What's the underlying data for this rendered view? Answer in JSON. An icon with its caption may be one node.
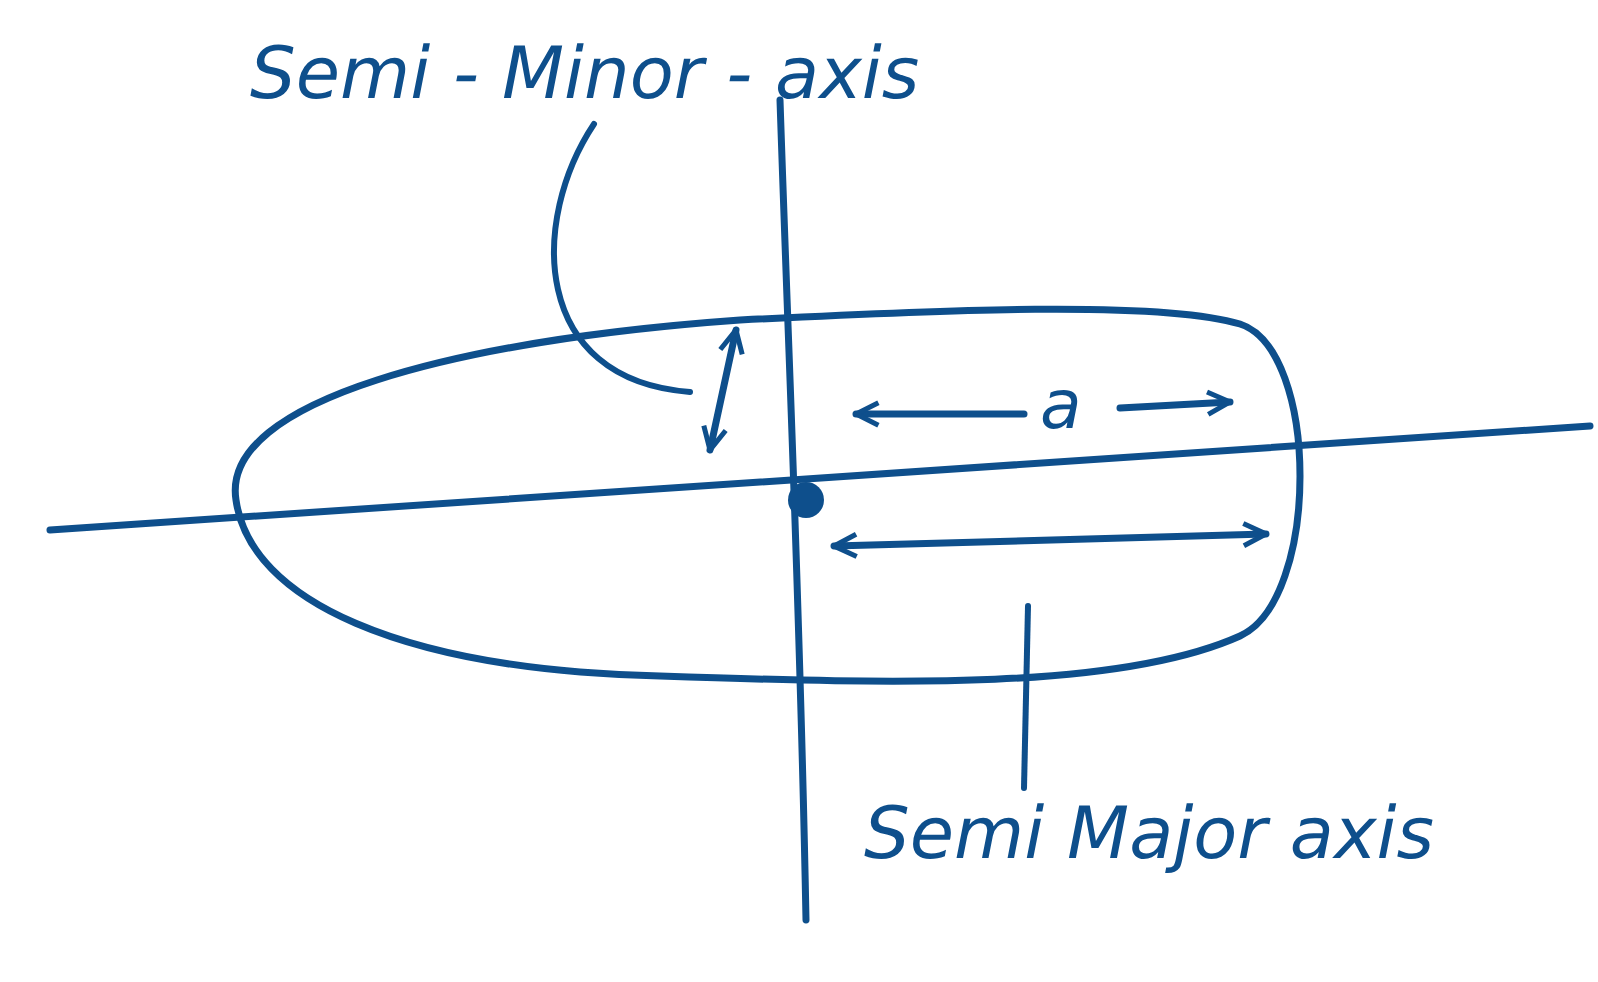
{
  "diagram": {
    "nodes": [
      {
        "text": [
          "Semi - Minor - axis"
        ]
      },
      {
        "text": [
          "Semi Major axis"
        ]
      }
    ],
    "edges": [
      {
        "from": 0,
        "to": null,
        "arrow": "none"
      },
      {
        "from": 1,
        "to": null,
        "arrow": "none"
      }
    ],
    "labels": [
      "a"
    ]
  }
}
